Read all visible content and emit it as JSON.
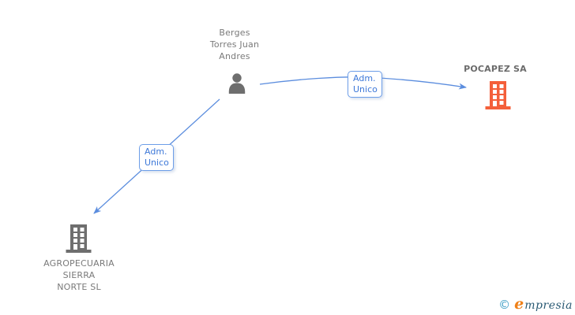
{
  "diagram": {
    "person": {
      "label": "Berges Torres Juan Andres",
      "label_lines": [
        "Berges",
        "Torres Juan",
        "Andres"
      ]
    },
    "companies": [
      {
        "name": "POCAPEZ SA",
        "label_lines": [
          "POCAPEZ SA"
        ]
      },
      {
        "name": "AGROPECUARIA SIERRA NORTE SL",
        "label_lines": [
          "AGROPECUARIA",
          "SIERRA",
          "NORTE SL"
        ]
      }
    ],
    "edges": [
      {
        "label": "Adm. Unico",
        "from": "Berges Torres Juan Andres",
        "to": "POCAPEZ SA"
      },
      {
        "label": "Adm. Unico",
        "from": "Berges Torres Juan Andres",
        "to": "AGROPECUARIA SIERRA NORTE SL"
      }
    ]
  },
  "watermark": {
    "symbol": "©",
    "brand_initial": "e",
    "brand_rest": "mpresia"
  },
  "colors": {
    "edge_blue": "#5b8dde",
    "box_border": "#6d9ee8",
    "box_text": "#3d78d8",
    "node_gray": "#6e6e6e",
    "label_gray": "#7a7a7a",
    "company_accent": "#f45f3a",
    "logo_teal": "#3a9cc4",
    "logo_orange": "#ef8018",
    "logo_dark": "#2a5a74"
  }
}
